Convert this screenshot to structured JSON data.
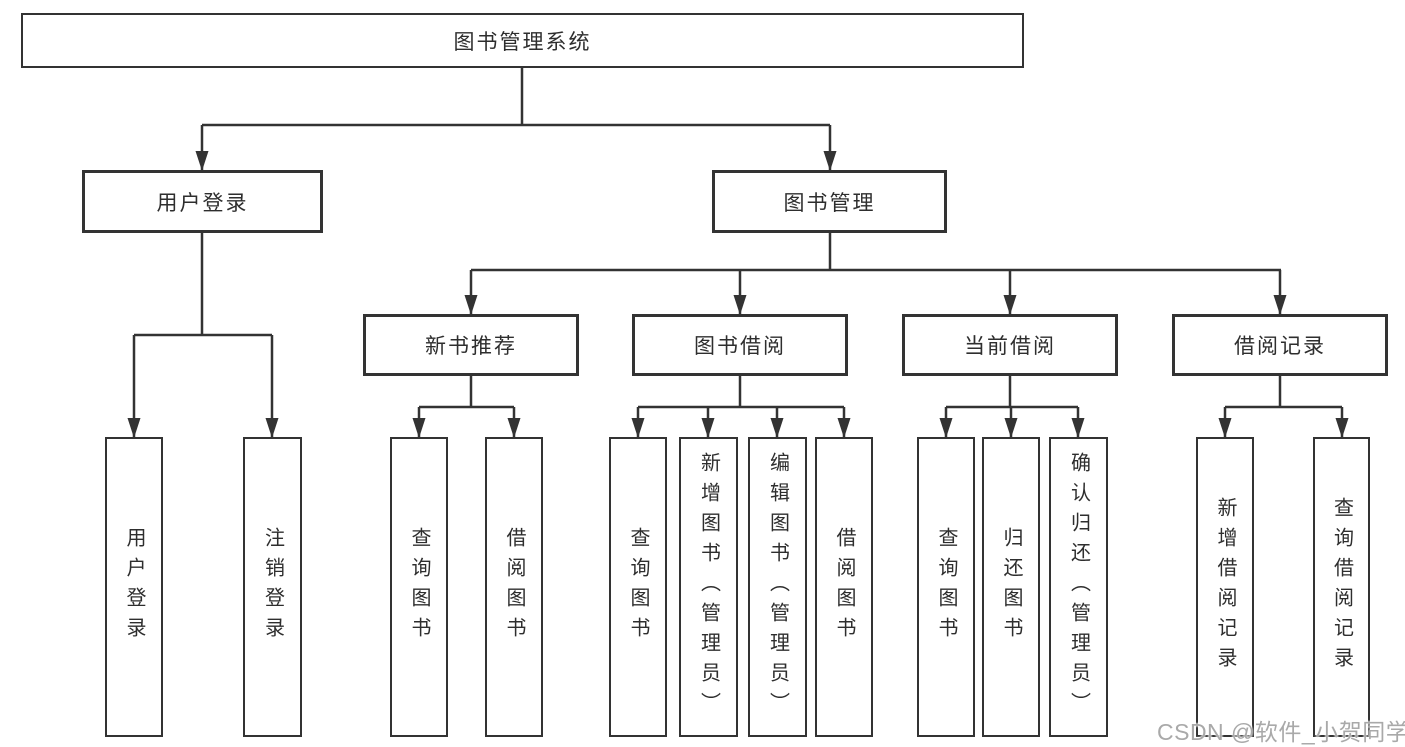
{
  "tree": {
    "label": "图书管理系统",
    "children": [
      {
        "label": "用户登录",
        "children": [
          {
            "label": "用户登录"
          },
          {
            "label": "注销登录"
          }
        ]
      },
      {
        "label": "图书管理",
        "children": [
          {
            "label": "新书推荐",
            "children": [
              {
                "label": "查询图书"
              },
              {
                "label": "借阅图书"
              }
            ]
          },
          {
            "label": "图书借阅",
            "children": [
              {
                "label": "查询图书"
              },
              {
                "label": "新增图书（管理员）"
              },
              {
                "label": "编辑图书（管理员）"
              },
              {
                "label": "借阅图书"
              }
            ]
          },
          {
            "label": "当前借阅",
            "children": [
              {
                "label": "查询图书"
              },
              {
                "label": "归还图书"
              },
              {
                "label": "确认归还（管理员）"
              }
            ]
          },
          {
            "label": "借阅记录",
            "children": [
              {
                "label": "新增借阅记录"
              },
              {
                "label": "查询借阅记录"
              }
            ]
          }
        ]
      }
    ]
  },
  "watermark": "CSDN @软件_小贺同学",
  "colors": {
    "line": "#333333",
    "text": "#2e2e2e",
    "watermark": "#a9a9a9",
    "background": "#ffffff"
  }
}
